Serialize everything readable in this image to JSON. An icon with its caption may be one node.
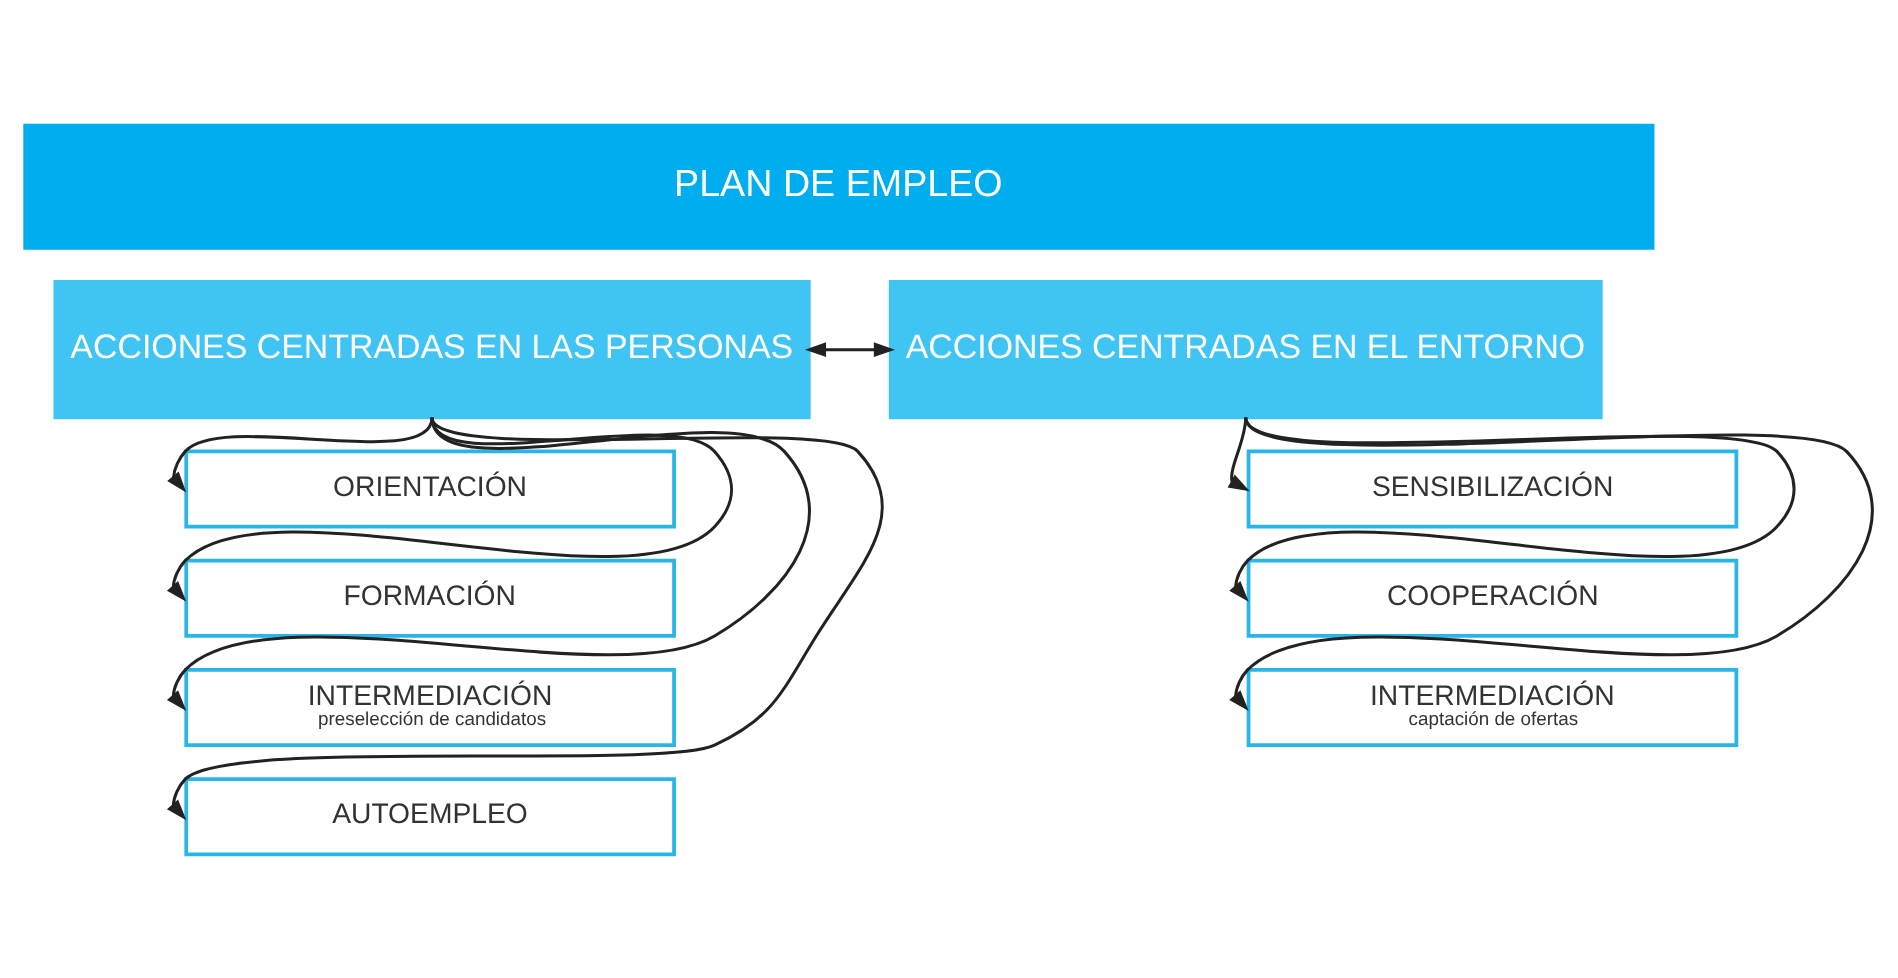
{
  "diagram": {
    "nodes": [
      {
        "text": [
          "PLAN DE EMPLEO"
        ]
      },
      {
        "text": [
          "ACCIONES CENTRADAS EN LAS PERSONAS"
        ]
      },
      {
        "text": [
          "ACCIONES CENTRADAS EN EL ENTORNO"
        ]
      },
      {
        "text": [
          "ORIENTACIÓN"
        ]
      },
      {
        "text": [
          "FORMACIÓN"
        ]
      },
      {
        "text": [
          "INTERMEDIACIÓN",
          "preselección de candidatos"
        ]
      },
      {
        "text": [
          "AUTOEMPLEO"
        ]
      },
      {
        "text": [
          "SENSIBILIZACIÓN"
        ]
      },
      {
        "text": [
          "COOPERACIÓN"
        ]
      },
      {
        "text": [
          "INTERMEDIACIÓN",
          "captación de ofertas"
        ]
      }
    ],
    "edges": [
      {
        "from": 1,
        "to": 2,
        "arrow": "both"
      },
      {
        "from": 1,
        "to": 3,
        "arrow": "to"
      },
      {
        "from": 1,
        "to": 4,
        "arrow": "to"
      },
      {
        "from": 1,
        "to": 5,
        "arrow": "to"
      },
      {
        "from": 1,
        "to": 6,
        "arrow": "to"
      },
      {
        "from": 2,
        "to": 7,
        "arrow": "to"
      },
      {
        "from": 2,
        "to": 8,
        "arrow": "to"
      },
      {
        "from": 2,
        "to": 9,
        "arrow": "to"
      }
    ]
  }
}
